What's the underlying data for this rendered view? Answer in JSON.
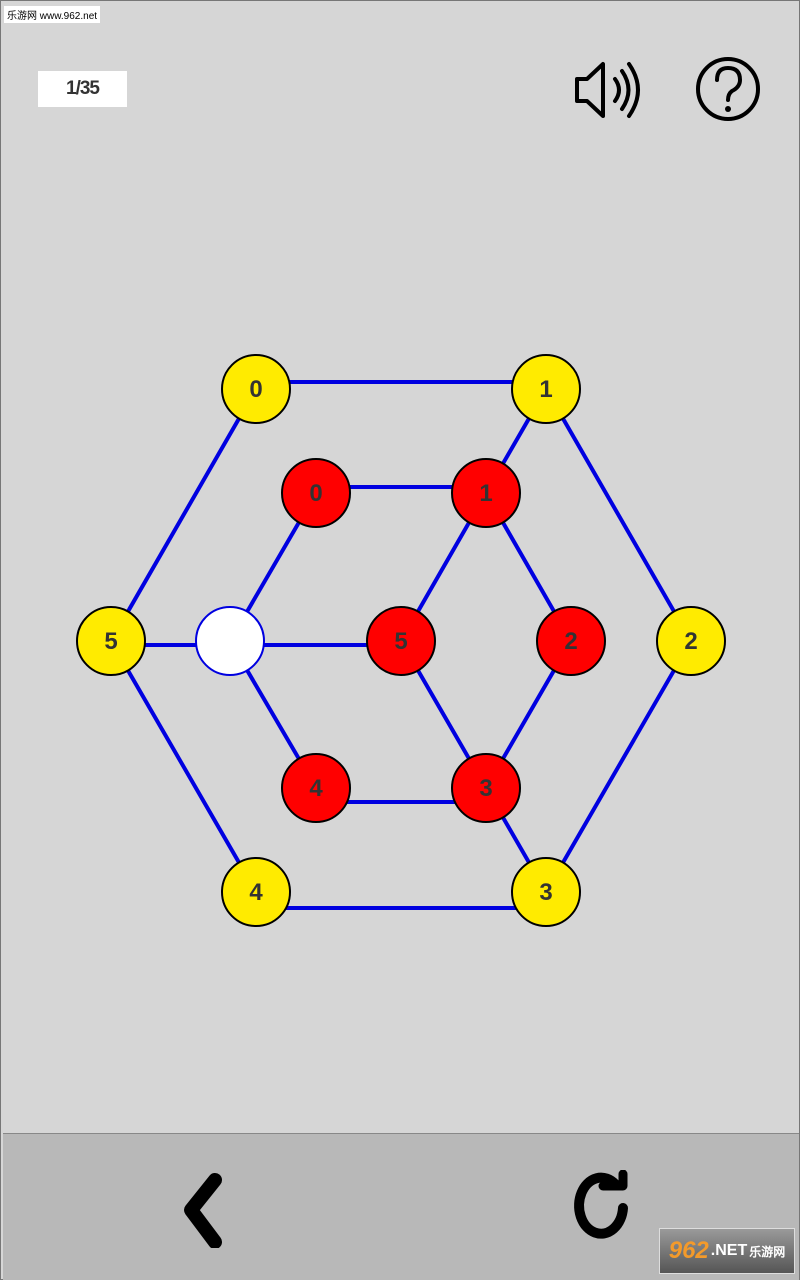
{
  "watermark_top": "乐游网 www.962.net",
  "header": {
    "level": "1/35",
    "sound_icon": "speaker-icon",
    "help_icon": "question-icon"
  },
  "colors": {
    "outer": "#ffeb00",
    "inner": "#ff0000",
    "empty": "#ffffff",
    "edge": "#0000e0"
  },
  "board": {
    "outer_nodes": [
      "0",
      "1",
      "2",
      "3",
      "4",
      "5"
    ],
    "inner_nodes": [
      "0",
      "1",
      "2",
      "3",
      "4",
      "5"
    ]
  },
  "footer": {
    "back_icon": "chevron-left-icon",
    "restart_icon": "refresh-icon"
  },
  "watermark_bottom": {
    "num": "962",
    "net": ".NET",
    "sub": "乐游网"
  }
}
